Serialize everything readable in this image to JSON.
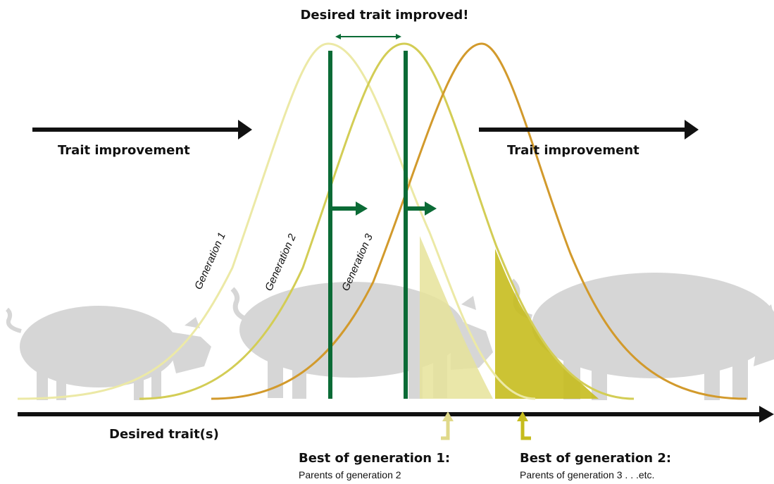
{
  "title": "Desired trait improved!",
  "left_arrow_label": "Trait improvement",
  "right_arrow_label": "Trait improvement",
  "axis_label": "Desired trait(s)",
  "generations": [
    "Generation 1",
    "Generation 2",
    "Generation 3"
  ],
  "best_gen1": {
    "title": "Best of generation 1:",
    "subtitle": "Parents of generation 2"
  },
  "best_gen2": {
    "title": "Best of generation 2:",
    "subtitle": "Parents of generation 3 . . .etc."
  },
  "colors": {
    "gen1_curve": "#ece9a6",
    "gen2_curve": "#d3cd55",
    "gen3_curve": "#d29a2c",
    "selection_light": "#e6e39a",
    "selection_dark": "#c6bc1e",
    "mean_lines": "#0b6b36",
    "pigs": "#d6d6d6",
    "arrows": "#111111"
  },
  "icons": [
    "pig-silhouette-left",
    "pig-silhouette-middle",
    "pig-silhouette-right",
    "arrow-right-icon",
    "double-arrow-icon",
    "elbow-arrow-icon"
  ]
}
